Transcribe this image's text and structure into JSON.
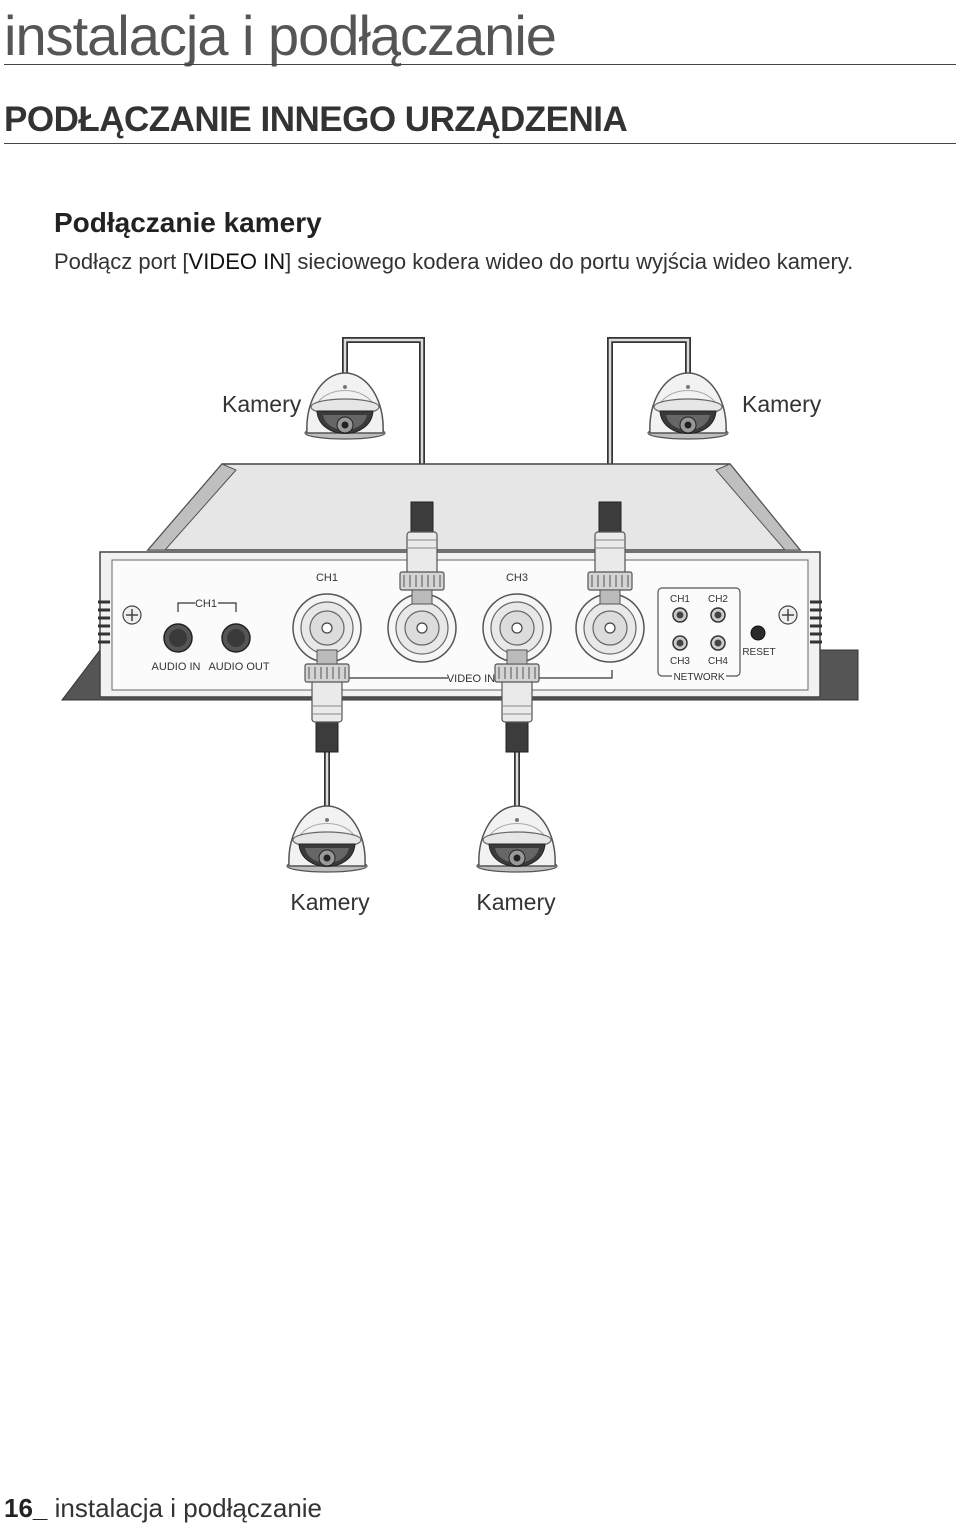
{
  "header": {
    "chapter_title": "instalacja i podłączanie",
    "section_title": "PODŁĄCZANIE INNEGO URZĄDZENIA"
  },
  "content": {
    "subsection_title": "Podłączanie kamery",
    "instruction_pre": "Podłącz port [",
    "instruction_strong": "VIDEO IN",
    "instruction_post": "] sieciowego kodera wideo do portu wyjścia wideo kamery."
  },
  "diagram": {
    "camera_label": "Kamery",
    "ch1_group_label": "CH1",
    "audio_in_label": "AUDIO IN",
    "audio_out_label": "AUDIO OUT",
    "video_ch1_label": "CH1",
    "video_ch3_label": "CH3",
    "video_in_label": "VIDEO IN",
    "network_ch1_label": "CH1",
    "network_ch2_label": "CH2",
    "network_ch3_label": "CH3",
    "network_ch4_label": "CH4",
    "network_label": "NETWORK",
    "reset_label": "RESET"
  },
  "footer": {
    "page_number": "16_",
    "chapter_name": "instalacja i podłączanie"
  }
}
